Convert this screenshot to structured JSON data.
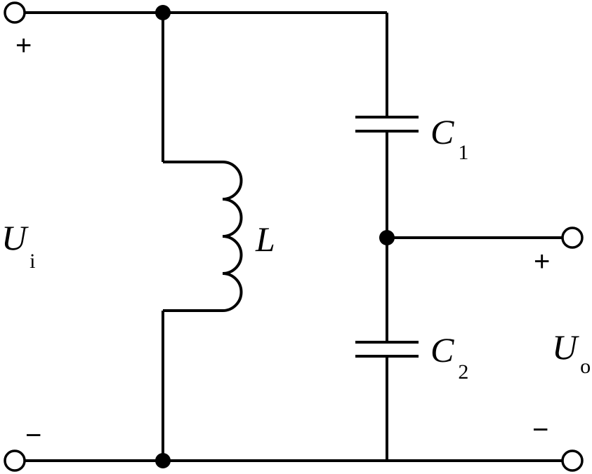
{
  "input": {
    "plus": "+",
    "minus": "−",
    "voltage_symbol": "U",
    "voltage_sub": "i"
  },
  "output": {
    "plus": "+",
    "minus": "−",
    "voltage_symbol": "U",
    "voltage_sub": "o"
  },
  "components": {
    "inductor": {
      "symbol": "L"
    },
    "capacitor1": {
      "symbol": "C",
      "sub": "1"
    },
    "capacitor2": {
      "symbol": "C",
      "sub": "2"
    }
  }
}
